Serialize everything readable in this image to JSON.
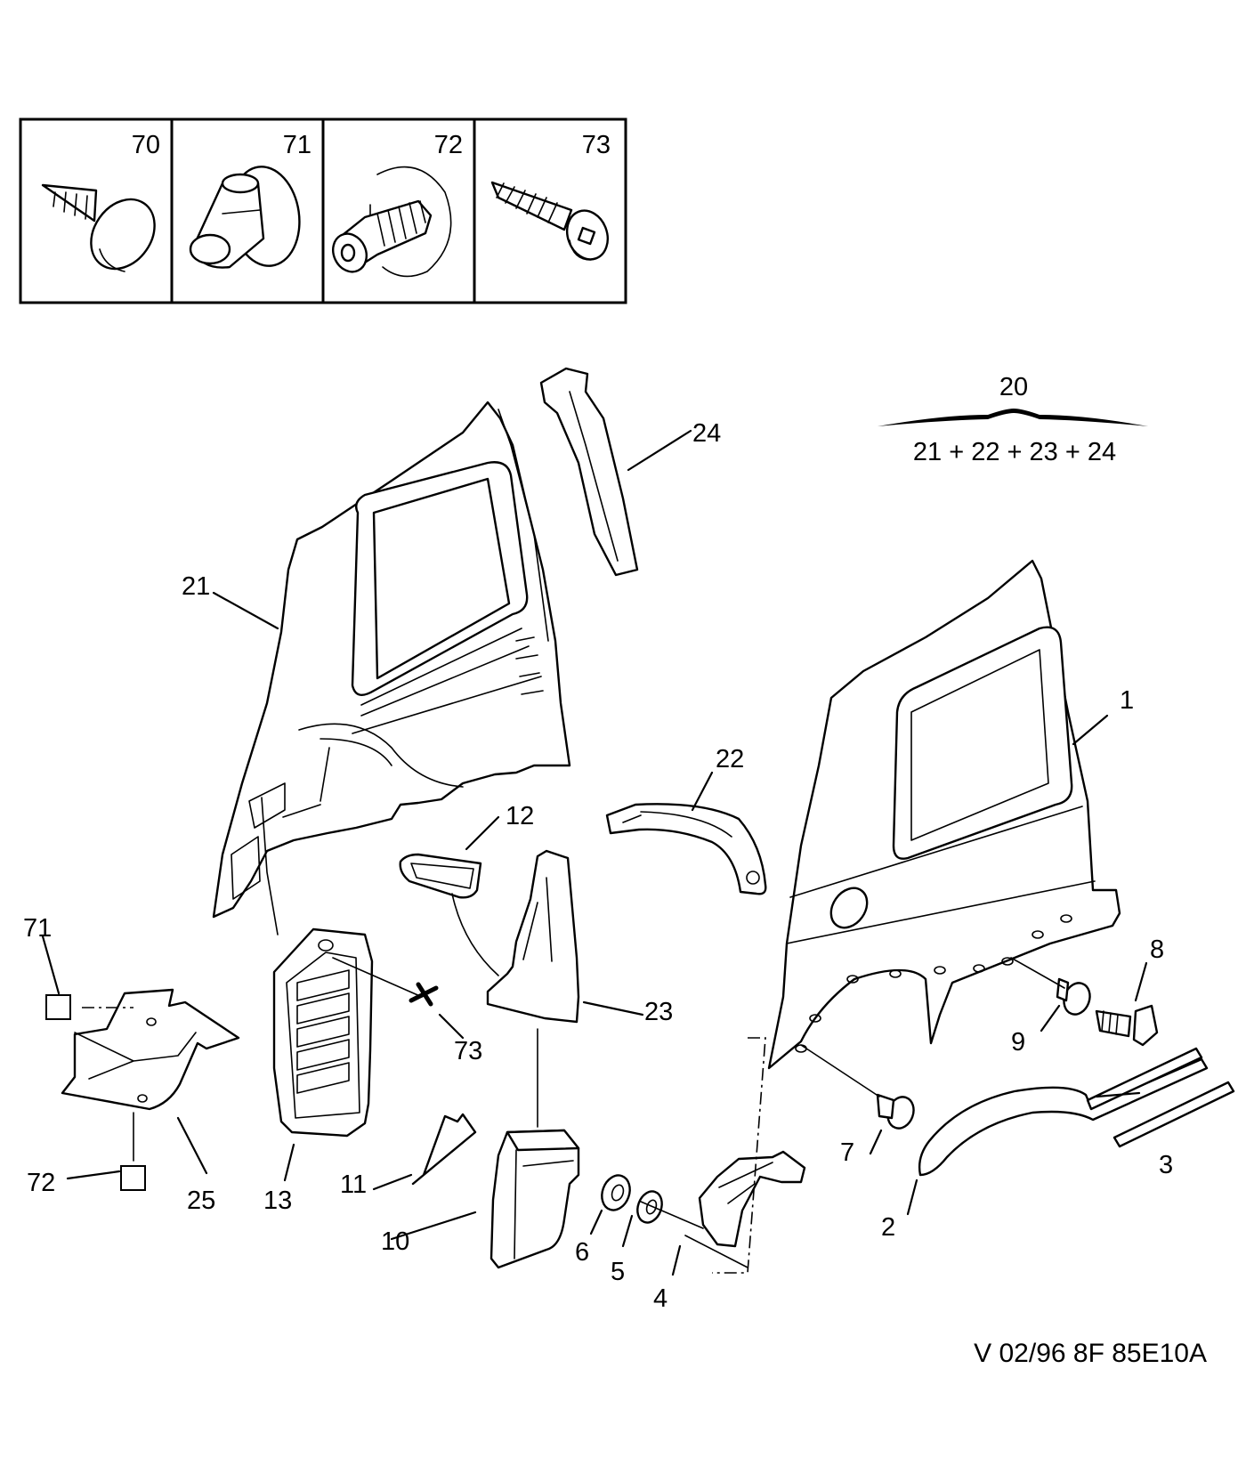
{
  "fastener_panel": {
    "items": [
      {
        "ref": "70",
        "icon": "plastic-rivet-icon"
      },
      {
        "ref": "71",
        "icon": "push-clip-icon"
      },
      {
        "ref": "72",
        "icon": "fir-tree-clip-icon"
      },
      {
        "ref": "73",
        "icon": "self-tapping-screw-icon"
      }
    ]
  },
  "assembly_note": {
    "top": "20",
    "bottom": "21 + 22 + 23 + 24"
  },
  "callouts": {
    "c1": "1",
    "c2": "2",
    "c3": "3",
    "c4": "4",
    "c5": "5",
    "c6": "6",
    "c7": "7",
    "c8": "8",
    "c9": "9",
    "c10": "10",
    "c11": "11",
    "c12": "12",
    "c13": "13",
    "c21": "21",
    "c22": "22",
    "c23": "23",
    "c24": "24",
    "c25": "25",
    "c71": "71",
    "c72": "72",
    "c73": "73"
  },
  "reference_code": "V 02/96 8F 85E10A"
}
